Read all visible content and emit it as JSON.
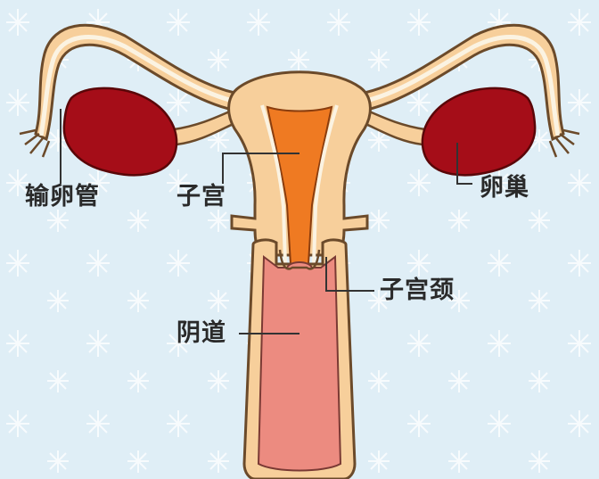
{
  "labels": {
    "fallopian_tube": "输卵管",
    "uterus": "子宫",
    "ovary": "卵巢",
    "cervix": "子宫颈",
    "vagina": "阴道"
  },
  "colors": {
    "background": "#dfeef6",
    "tissue": "#f7cf9b",
    "outline": "#6b4a2a",
    "ovary": "#a50d18",
    "uterine_cavity": "#ef7a22",
    "vaginal_canal": "#ec8b80",
    "tube_lumen": "#fbf3e2",
    "leader_line": "#333333"
  }
}
